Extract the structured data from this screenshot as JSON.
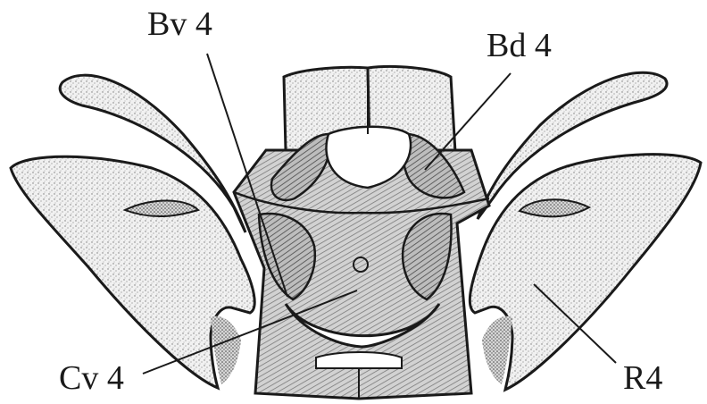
{
  "labels": {
    "bv": "Bv 4",
    "bd": "Bd 4",
    "cv": "Cv 4",
    "r": "R4"
  },
  "colors": {
    "ink": "#1a1a1a",
    "bone_fill": "#cfcfcf",
    "stipple_fill": "#e9e9e9",
    "background": "#ffffff"
  }
}
